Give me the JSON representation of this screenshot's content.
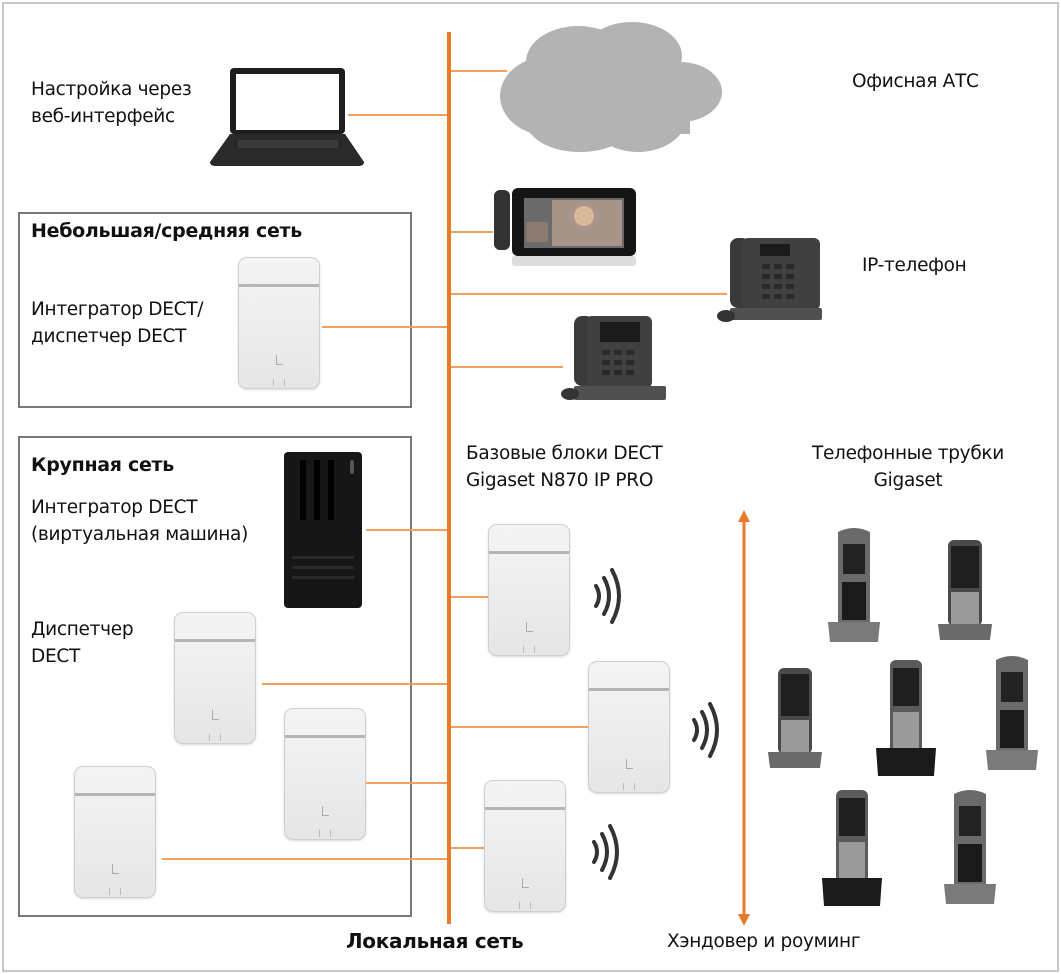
{
  "labels": {
    "web_config": [
      "Настройка через",
      "веб-интерфейс"
    ],
    "office_pbx": "Офисная АТС",
    "ip_phone": "IP-телефон",
    "small_network_title": "Небольшая/средняя сеть",
    "small_network_device": [
      "Интегратор DECT/",
      "диспетчер DECT"
    ],
    "large_network_title": "Крупная сеть",
    "large_network_integrator": [
      "Интегратор DECT",
      "(виртуальная машина)"
    ],
    "large_network_manager": [
      "Диспетчер",
      "DECT"
    ],
    "base_stations": [
      "Базовые блоки DECT",
      "Gigaset N870 IP PRO"
    ],
    "handsets": [
      "Телефонные трубки",
      "Gigaset"
    ],
    "lan": "Локальная сеть",
    "handover": "Хэндовер и роуминг"
  },
  "icons": {
    "laptop": "laptop-icon",
    "cloud": "cloud-icon",
    "video_phone": "video-phone-icon",
    "desk_phone": "desk-phone-icon",
    "server": "server-tower-icon",
    "dect_base": "dect-base-station-icon",
    "signal": "wireless-signal-icon",
    "handset": "dect-handset-icon",
    "arrow": "double-arrow-icon"
  },
  "colors": {
    "bus": "#e87a2b",
    "connector": "#f0a060",
    "cloud": "#b3b3b3",
    "box_border": "#777777"
  }
}
